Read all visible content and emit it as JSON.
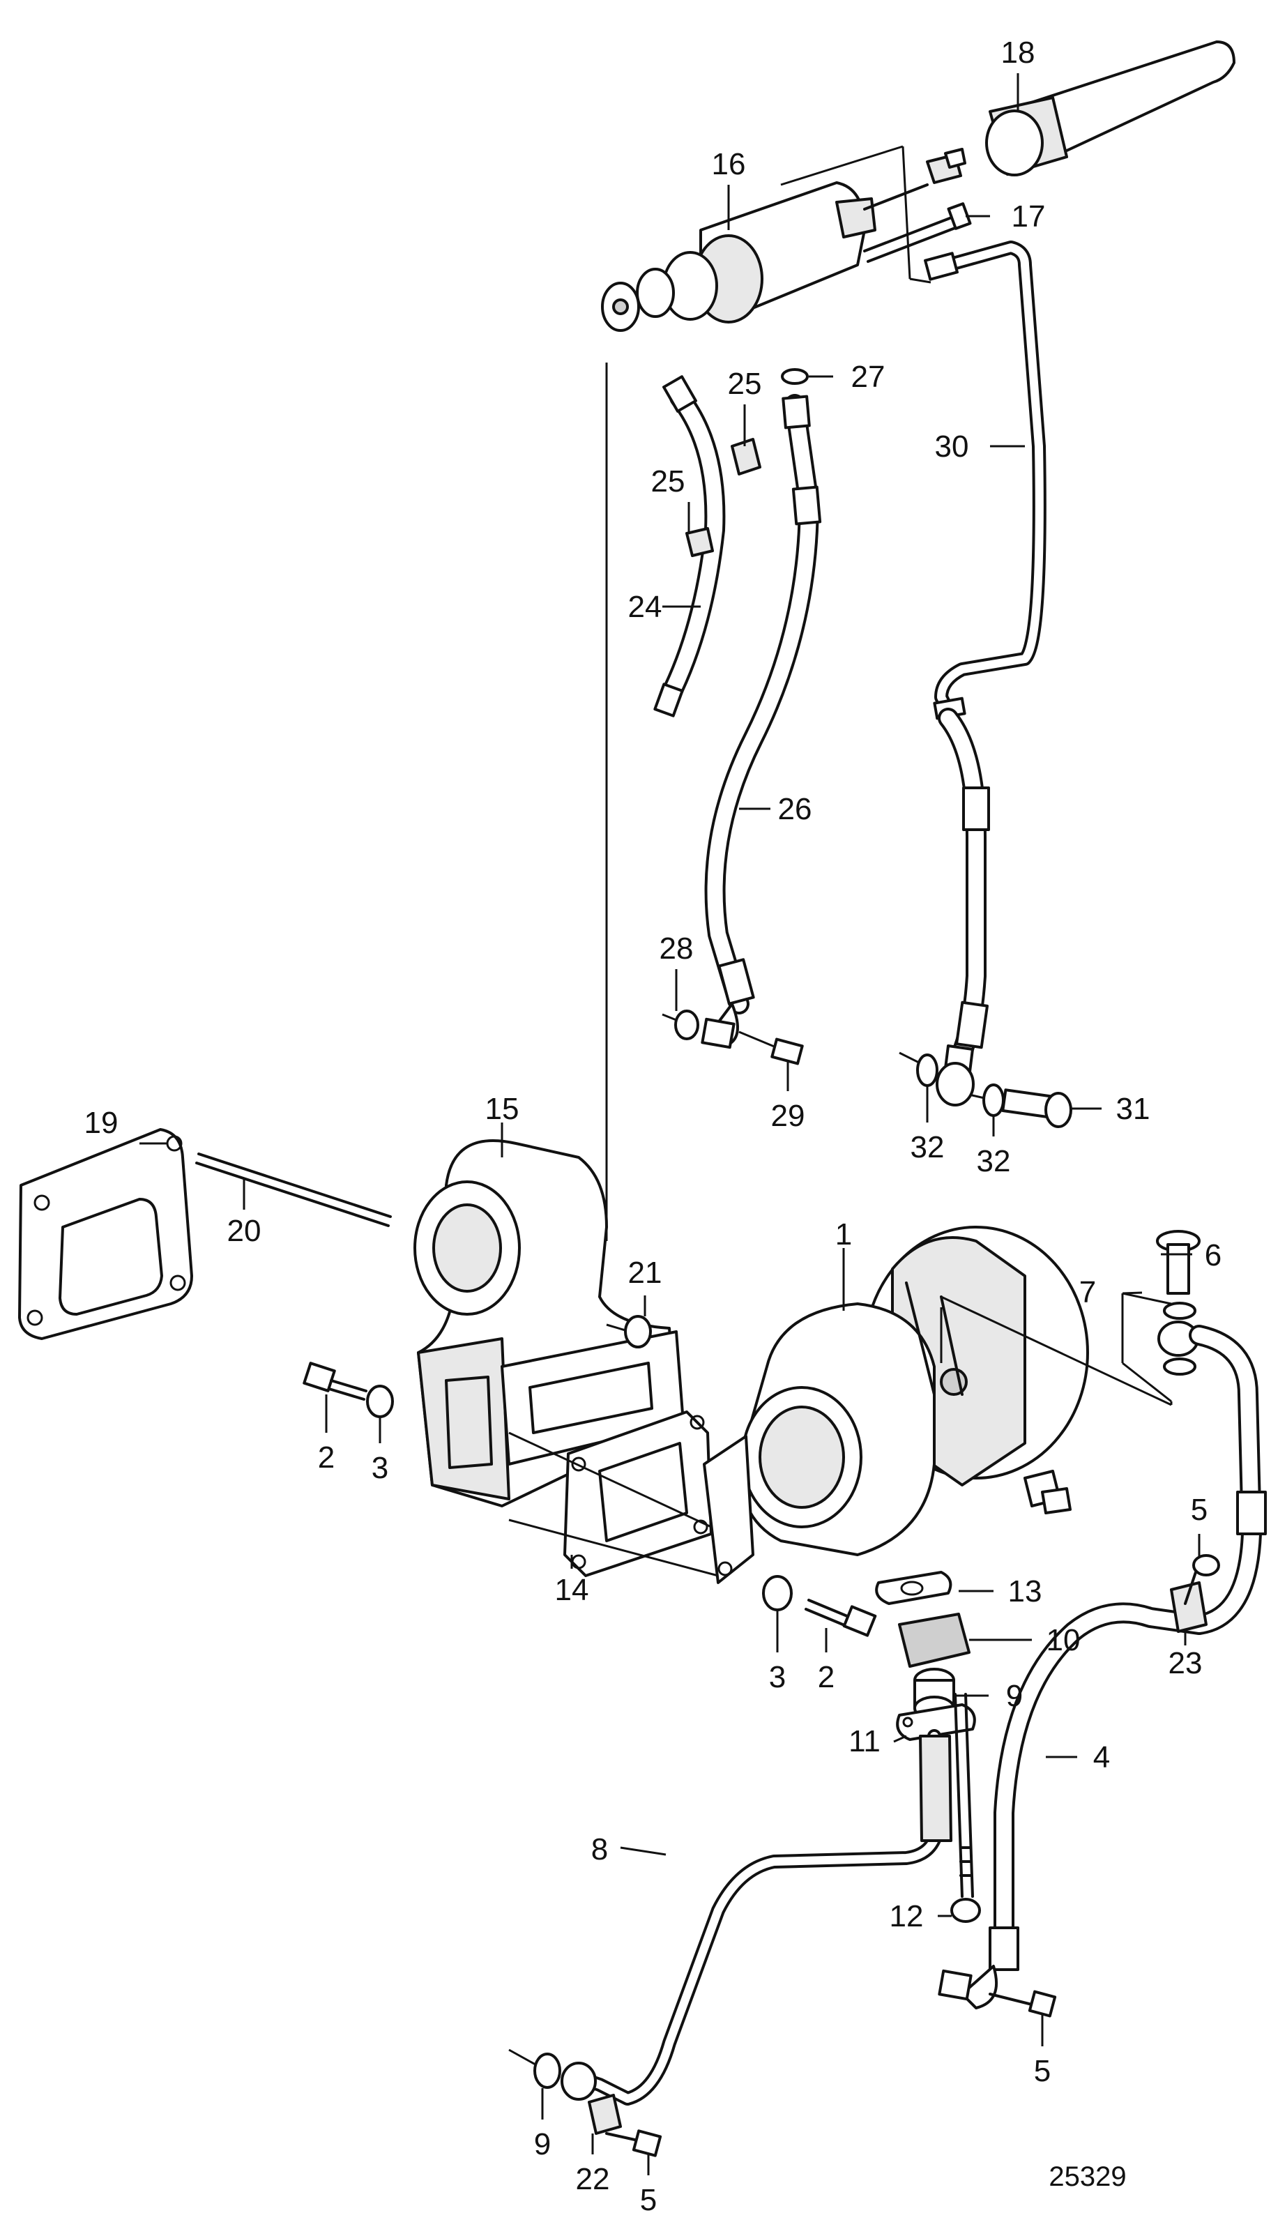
{
  "diagram": {
    "reference_number": "25329",
    "callouts": [
      {
        "id": "c1",
        "text": "1"
      },
      {
        "id": "c2a",
        "text": "2"
      },
      {
        "id": "c2b",
        "text": "2"
      },
      {
        "id": "c3a",
        "text": "3"
      },
      {
        "id": "c3b",
        "text": "3"
      },
      {
        "id": "c4",
        "text": "4"
      },
      {
        "id": "c5a",
        "text": "5"
      },
      {
        "id": "c5b",
        "text": "5"
      },
      {
        "id": "c5c",
        "text": "5"
      },
      {
        "id": "c6",
        "text": "6"
      },
      {
        "id": "c7",
        "text": "7"
      },
      {
        "id": "c8",
        "text": "8"
      },
      {
        "id": "c9a",
        "text": "9"
      },
      {
        "id": "c9b",
        "text": "9"
      },
      {
        "id": "c10",
        "text": "10"
      },
      {
        "id": "c11",
        "text": "11"
      },
      {
        "id": "c12",
        "text": "12"
      },
      {
        "id": "c13",
        "text": "13"
      },
      {
        "id": "c14",
        "text": "14"
      },
      {
        "id": "c15",
        "text": "15"
      },
      {
        "id": "c16",
        "text": "16"
      },
      {
        "id": "c17",
        "text": "17"
      },
      {
        "id": "c18",
        "text": "18"
      },
      {
        "id": "c19",
        "text": "19"
      },
      {
        "id": "c20",
        "text": "20"
      },
      {
        "id": "c21",
        "text": "21"
      },
      {
        "id": "c22",
        "text": "22"
      },
      {
        "id": "c23",
        "text": "23"
      },
      {
        "id": "c24",
        "text": "24"
      },
      {
        "id": "c25a",
        "text": "25"
      },
      {
        "id": "c25b",
        "text": "25"
      },
      {
        "id": "c26",
        "text": "26"
      },
      {
        "id": "c27",
        "text": "27"
      },
      {
        "id": "c28",
        "text": "28"
      },
      {
        "id": "c29",
        "text": "29"
      },
      {
        "id": "c30",
        "text": "30"
      },
      {
        "id": "c31",
        "text": "31"
      },
      {
        "id": "c32a",
        "text": "32"
      },
      {
        "id": "c32b",
        "text": "32"
      }
    ]
  }
}
